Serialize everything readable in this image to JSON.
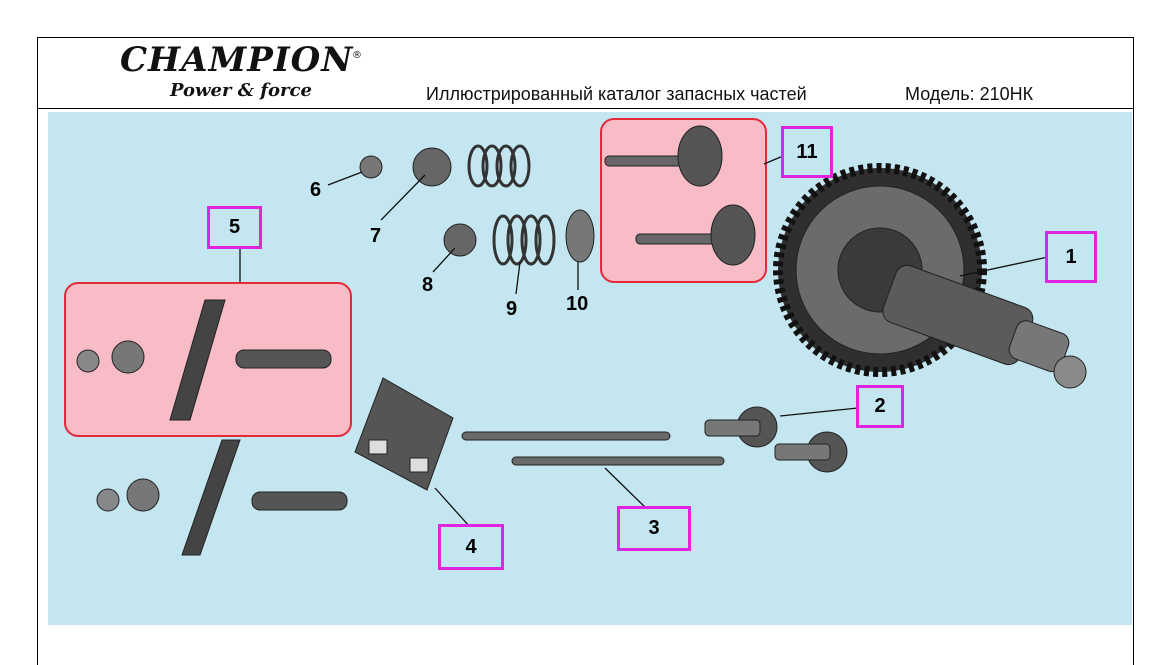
{
  "logo": {
    "name": "CHAMPION",
    "registered": "®",
    "tagline": "Power & force"
  },
  "header": {
    "title": "Иллюстрированный каталог запасных частей",
    "model": "Модель: 210НК"
  },
  "colors": {
    "panel_background": "#c4e6f1",
    "highlight_fill": "#f7bcc6",
    "highlight_border": "#e22a3a",
    "callout_border": "#e024e0"
  },
  "callouts": {
    "c1": "1",
    "c2": "2",
    "c3": "3",
    "c4": "4",
    "c5": "5",
    "c11": "11"
  },
  "labels": {
    "l6": "6",
    "l7": "7",
    "l8": "8",
    "l9": "9",
    "l10": "10"
  }
}
